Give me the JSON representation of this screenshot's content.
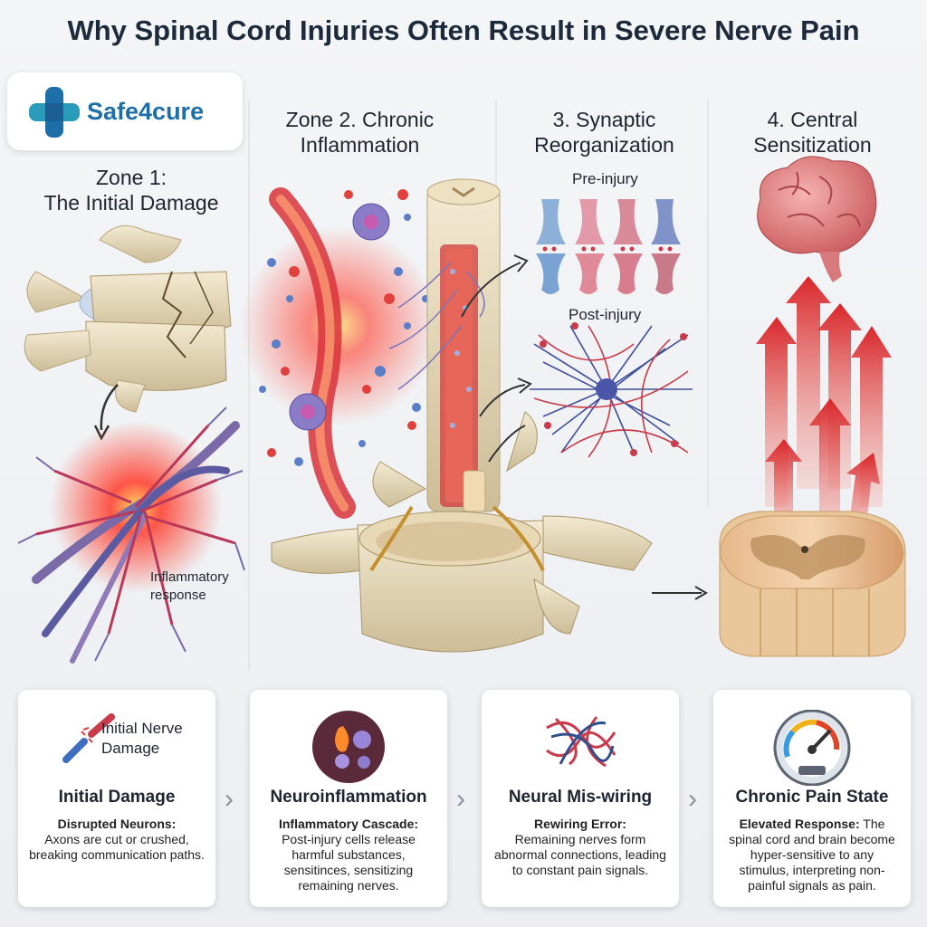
{
  "title": "Why Spinal Cord Injuries Often Result in Severe Nerve Pain",
  "brand": {
    "name": "Safe4cure",
    "colors": {
      "blue": "#1e6fa8",
      "teal": "#2a9bb8"
    }
  },
  "zones": [
    {
      "title_line1": "Zone 1:",
      "title_line2": "The Initial Damage"
    },
    {
      "title_line1": "Zone 2. Chronic",
      "title_line2": "Inflammation"
    },
    {
      "title_line1": "3. Synaptic",
      "title_line2": "Reorganization"
    },
    {
      "title_line1": "4. Central",
      "title_line2": "Sensitization"
    }
  ],
  "labels": {
    "inflammatory_line1": "Inflammatory",
    "inflammatory_line2": "response",
    "pre_injury": "Pre-injury",
    "post_injury": "Post-injury"
  },
  "cards": [
    {
      "icon": "broken-nerve-icon",
      "icon_label_line1": "Initial Nerve",
      "icon_label_line2": "Damage",
      "heading": "Initial Damage",
      "lead": "Disrupted Neurons:",
      "body": "Axons are cut or crushed, breaking communication paths."
    },
    {
      "icon": "immune-cells-icon",
      "heading": "Neuroinflammation",
      "lead": "Inflammatory Cascade:",
      "body": "Post-injury cells release harmful substances, sensitinces, sensitizing remaining nerves."
    },
    {
      "icon": "tangled-wires-icon",
      "heading": "Neural Mis-wiring",
      "lead": "Rewiring Error:",
      "body": "Remaining nerves form abnormal connections, leading to constant pain signals."
    },
    {
      "icon": "gauge-icon",
      "heading": "Chronic Pain State",
      "lead": "Elevated Response:",
      "body": "The spinal cord and brain become hyper-sensitive to any stimulus, interpreting non-painful signals as pain."
    }
  ],
  "separator": "›"
}
